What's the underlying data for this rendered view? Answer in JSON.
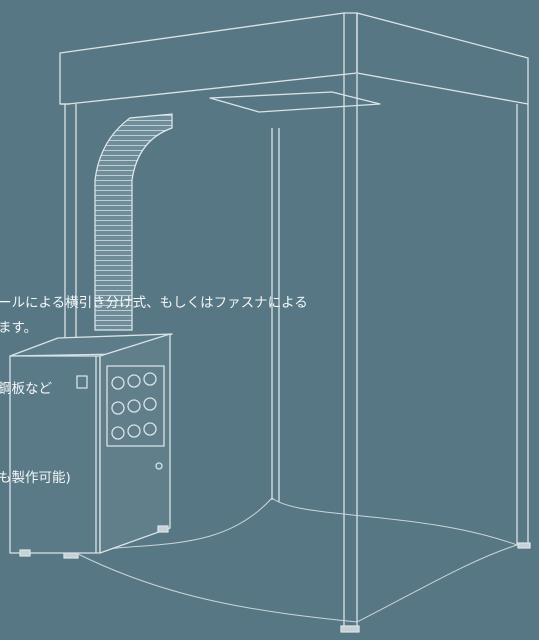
{
  "spec_text": {
    "line1": "ールによる横引き分け式、もしくはファスナによる",
    "line2": "ます。",
    "line3": "鋼板など",
    "line4": "も製作可能)"
  },
  "colors": {
    "background": "#587784",
    "frame_line": "#d9e3e7",
    "text": "#f4f7f8"
  },
  "icons": [
    "booth-frame",
    "flexible-duct",
    "dust-collector-unit"
  ]
}
